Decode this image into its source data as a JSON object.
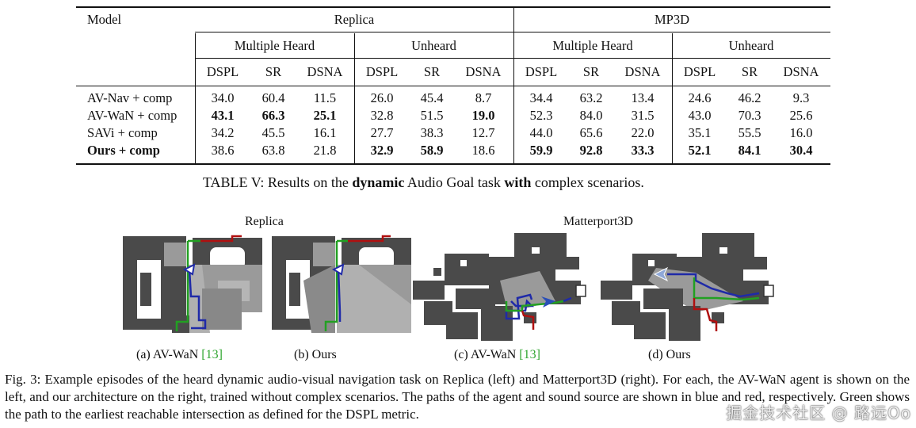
{
  "table": {
    "header_model": "Model",
    "datasets": [
      "Replica",
      "MP3D"
    ],
    "settings": [
      "Multiple Heard",
      "Unheard",
      "Multiple Heard",
      "Unheard"
    ],
    "metrics": [
      "DSPL",
      "SR",
      "DSNA",
      "DSPL",
      "SR",
      "DSNA",
      "DSPL",
      "SR",
      "DSNA",
      "DSPL",
      "SR",
      "DSNA"
    ],
    "rows": [
      {
        "model": "AV-Nav + comp",
        "model_bold": false,
        "values": [
          "34.0",
          "60.4",
          "11.5",
          "26.0",
          "45.4",
          "8.7",
          "34.4",
          "63.2",
          "13.4",
          "24.6",
          "46.2",
          "9.3"
        ],
        "bold": [
          false,
          false,
          false,
          false,
          false,
          false,
          false,
          false,
          false,
          false,
          false,
          false
        ]
      },
      {
        "model": "AV-WaN + comp",
        "model_bold": false,
        "values": [
          "43.1",
          "66.3",
          "25.1",
          "32.8",
          "51.5",
          "19.0",
          "52.3",
          "84.0",
          "31.5",
          "43.0",
          "70.3",
          "25.6"
        ],
        "bold": [
          true,
          true,
          true,
          false,
          false,
          true,
          false,
          false,
          false,
          false,
          false,
          false
        ]
      },
      {
        "model": "SAVi + comp",
        "model_bold": false,
        "values": [
          "34.2",
          "45.5",
          "16.1",
          "27.7",
          "38.3",
          "12.7",
          "44.0",
          "65.6",
          "22.0",
          "35.1",
          "55.5",
          "16.0"
        ],
        "bold": [
          false,
          false,
          false,
          false,
          false,
          false,
          false,
          false,
          false,
          false,
          false,
          false
        ]
      },
      {
        "model": "Ours + comp",
        "model_bold": true,
        "values": [
          "38.6",
          "63.8",
          "21.8",
          "32.9",
          "58.9",
          "18.6",
          "59.9",
          "92.8",
          "33.3",
          "52.1",
          "84.1",
          "30.4"
        ],
        "bold": [
          false,
          false,
          false,
          true,
          true,
          false,
          true,
          true,
          true,
          true,
          true,
          true
        ]
      }
    ]
  },
  "table_caption": {
    "prefix": "TABLE V: Results on the ",
    "bold1": "dynamic",
    "mid": " Audio Goal task ",
    "bold2": "with",
    "suffix": " complex scenarios."
  },
  "figure": {
    "group_titles": [
      "Replica",
      "Matterport3D"
    ],
    "subcaptions": [
      {
        "label": "(a) AV-WaN ",
        "ref": "[13]"
      },
      {
        "label": "(b) Ours",
        "ref": ""
      },
      {
        "label": "(c) AV-WaN ",
        "ref": "[13]"
      },
      {
        "label": "(d) Ours",
        "ref": ""
      }
    ],
    "path_colors": {
      "agent": "#1f2aa8",
      "sound": "#b01010",
      "intersection": "#22a022"
    }
  },
  "figure_caption": "Fig. 3: Example episodes of the heard dynamic audio-visual navigation task on Replica (left) and Matterport3D (right). For each, the AV-WaN agent is shown on the left, and our architecture on the right, trained without complex scenarios. The paths of the agent and sound source are shown in blue and red, respectively. Green shows the path to the earliest reachable intersection as defined for the DSPL metric.",
  "watermark": "掘金技术社区 @ 路远Oo"
}
